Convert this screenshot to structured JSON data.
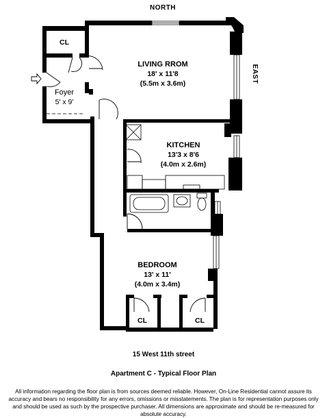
{
  "compass": {
    "north": "NORTH",
    "east": "EAST"
  },
  "rooms": {
    "living_room": {
      "name": "LIVING RROM",
      "dim_imperial": "18' x 11'8",
      "dim_metric": "(5.5m x 3.6m)"
    },
    "kitchen": {
      "name": "KITCHEN",
      "dim_imperial": "13'3 x 8'6",
      "dim_metric": "(4.0m x 2.6m)"
    },
    "bedroom": {
      "name": "BEDROOM",
      "dim_imperial": "13' x 11'",
      "dim_metric": "(4.0m x 3.4m)"
    },
    "foyer": {
      "name": "Foyer",
      "dim": "5' x 9'"
    },
    "closets": {
      "foyer_closet": "CL",
      "bedroom_closet_left": "CL",
      "bedroom_closet_right": "CL"
    }
  },
  "footer": {
    "address": "15 West 11th  street",
    "title": "Apartment C  - Typical Floor Plan",
    "disclaimer": "All information regarding the floor plan is from sources deemed reliable.  However, On-Line Residential cannot assure its accuracy and bears no responsibility for any errors, omissions or misstatements.  The plan is for representation purposes only and should be used as such by the prospective purchaser.  All dimensions are approximate and should be re-measured for absolute accuracy."
  },
  "icons": {
    "entry": "entry-arrow-icon"
  }
}
